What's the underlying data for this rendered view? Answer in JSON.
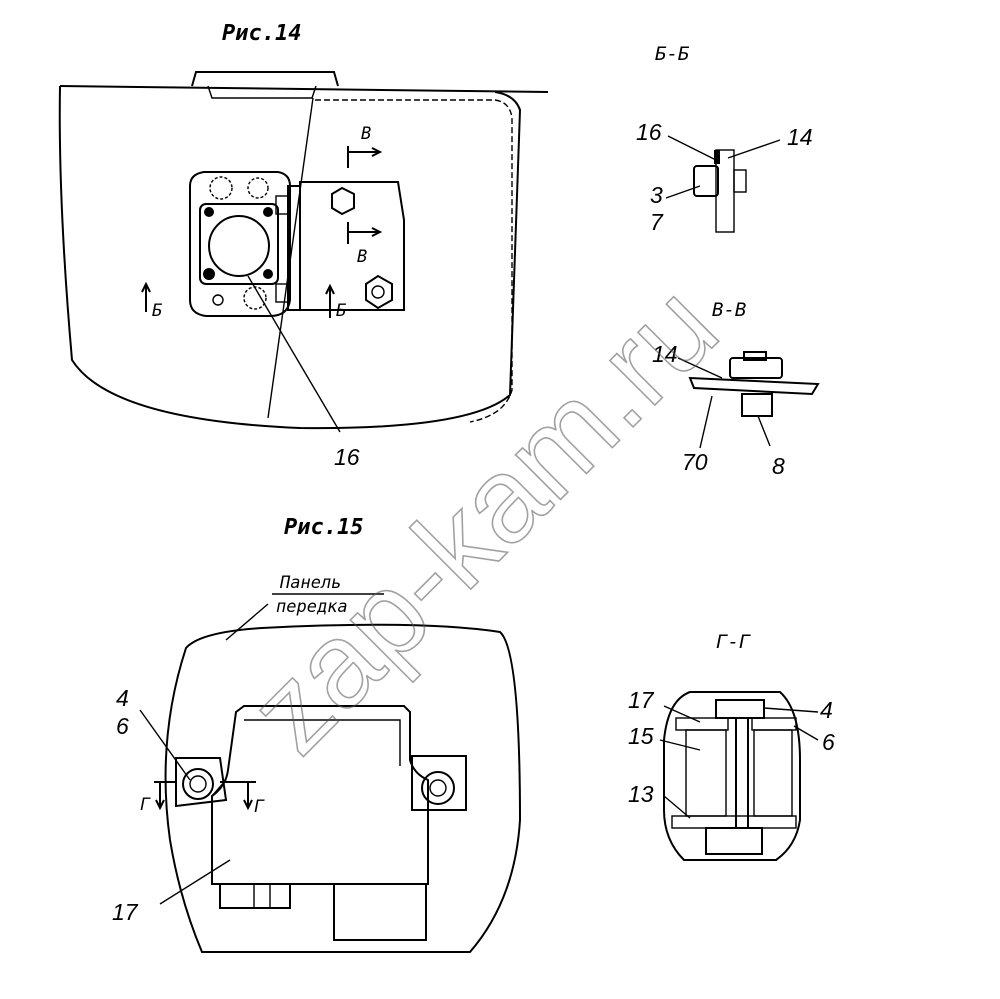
{
  "figures": {
    "fig14": {
      "title": "Рис.14",
      "callout": "16"
    },
    "fig15": {
      "title": "Рис.15",
      "panel_label_line1": "Панель",
      "panel_label_line2": "передка",
      "callouts": [
        "4",
        "6",
        "17"
      ]
    }
  },
  "markers": {
    "b": "Б",
    "v": "В",
    "g": "Г"
  },
  "sections": {
    "bb": {
      "title": "Б-Б",
      "callouts": [
        "16",
        "14",
        "3",
        "7"
      ]
    },
    "vv": {
      "title": "В-В",
      "callouts": [
        "14",
        "70",
        "8"
      ]
    },
    "gg": {
      "title": "Г-Г",
      "callouts": [
        "17",
        "4",
        "15",
        "6",
        "13"
      ]
    }
  },
  "watermark": "zap-kam.ru",
  "colors": {
    "ink": "#000000",
    "paper": "#ffffff",
    "watermark": "#555555"
  }
}
